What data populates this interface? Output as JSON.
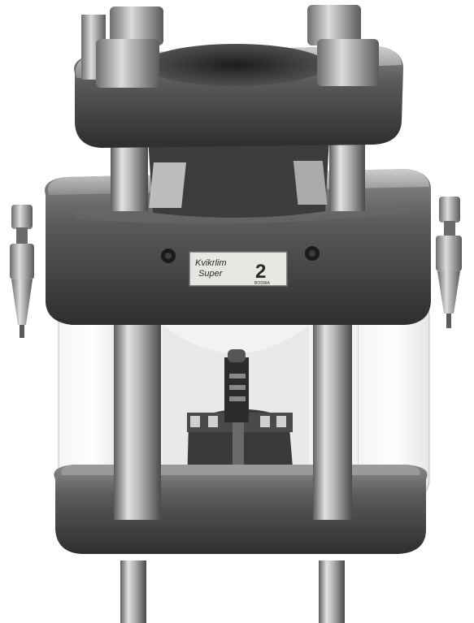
{
  "photo": {
    "style": "grayscale",
    "subject_icon": "hydraulic-press-icon"
  },
  "nameplate": {
    "line1": "Kvikrlim",
    "line2": "Super",
    "number": "2",
    "small_text": "BOSNIA"
  },
  "colors": {
    "background": "#ffffff",
    "metal_dark": "#3a3a3a",
    "metal_mid": "#7a7a7a",
    "metal_light": "#d9d9d9",
    "plate": "#e8e6e0"
  }
}
